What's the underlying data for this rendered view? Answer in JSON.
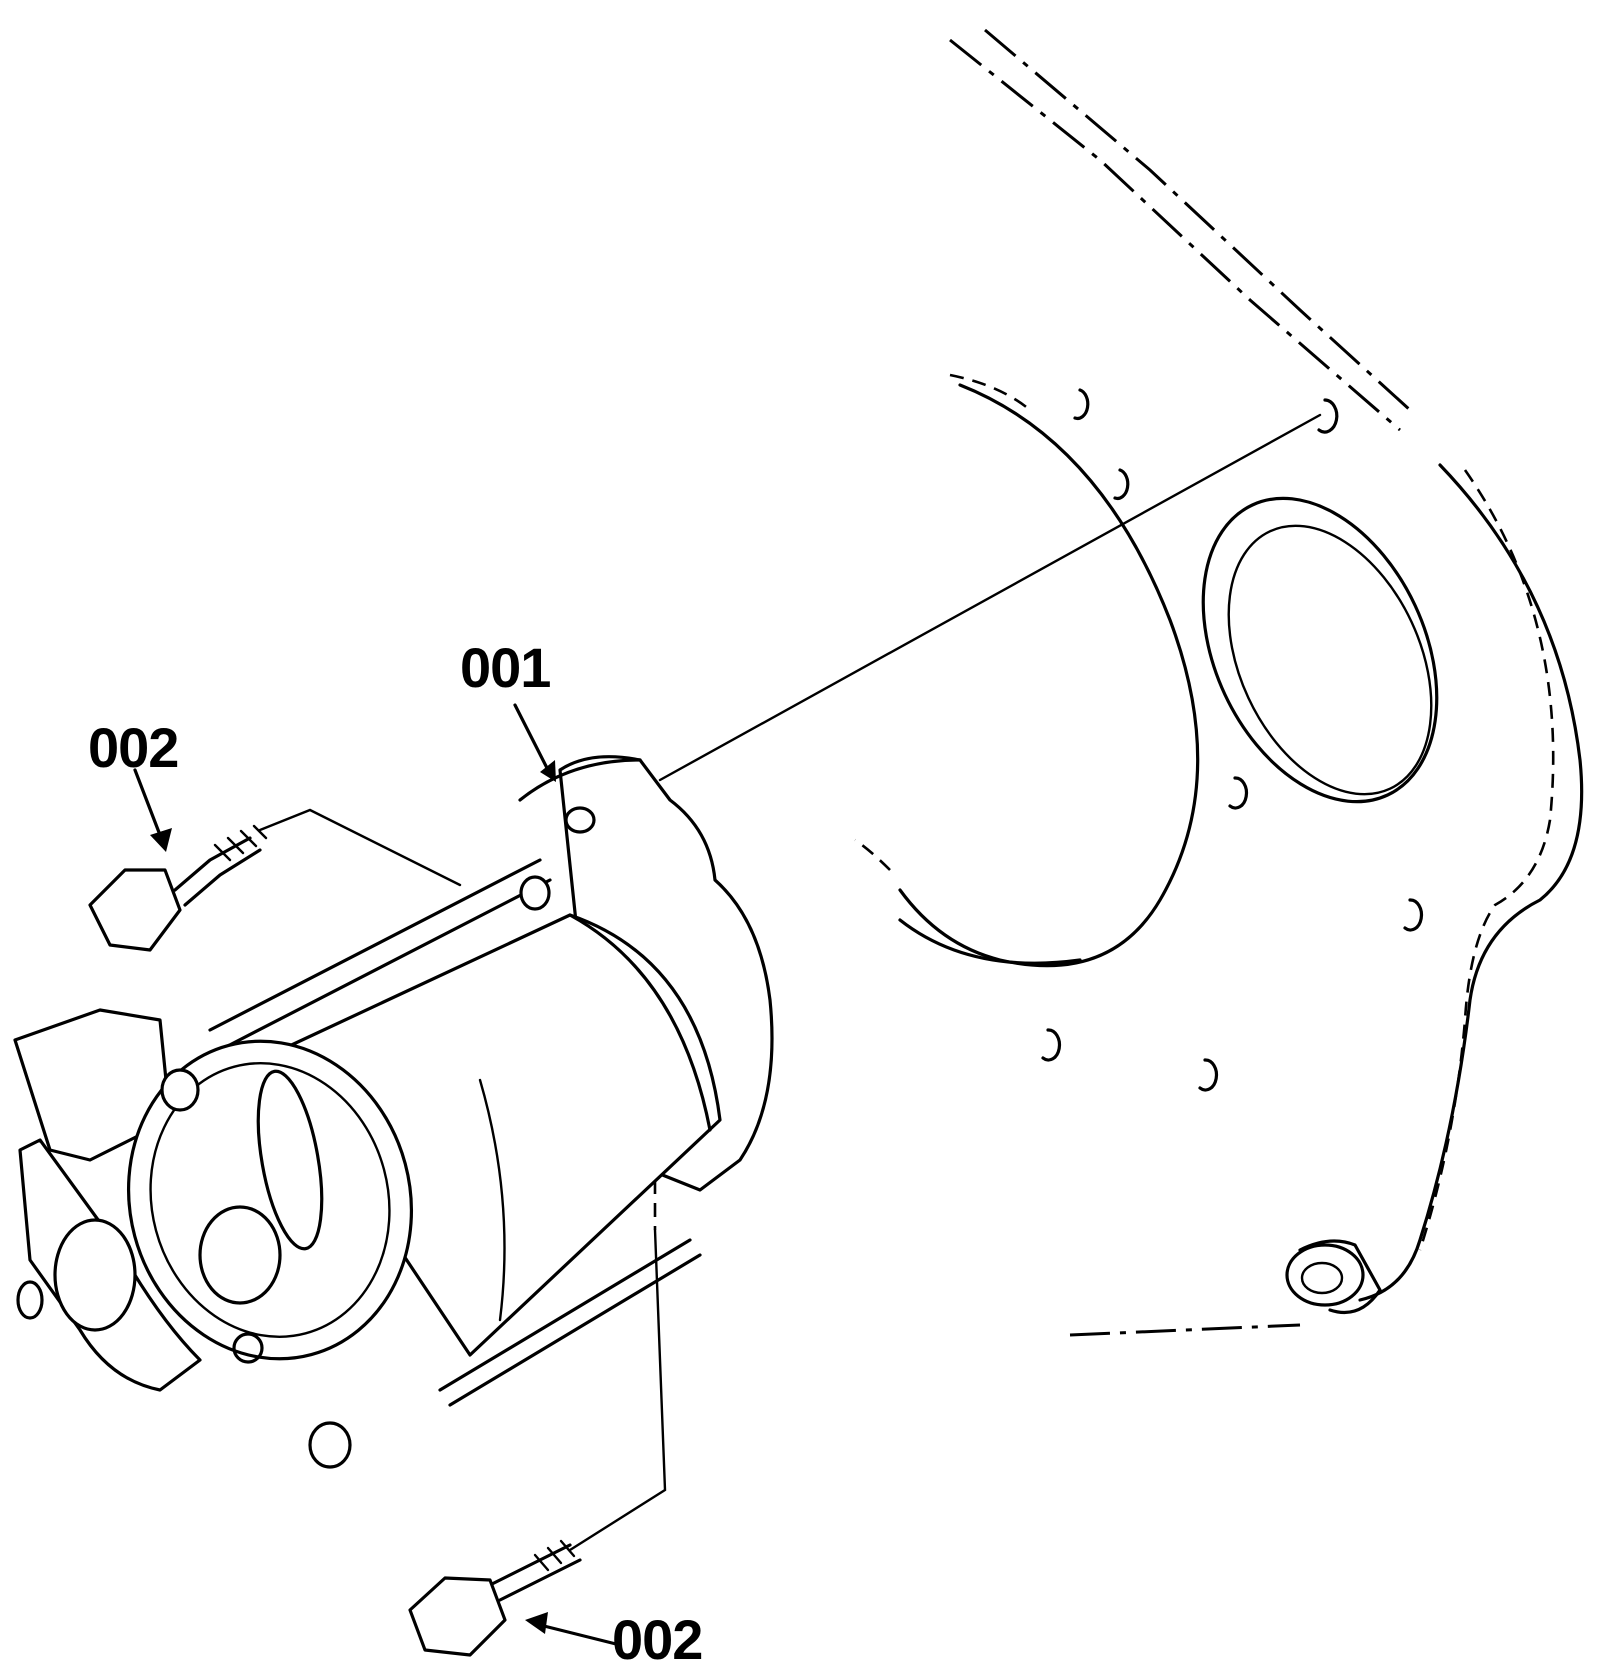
{
  "callouts": {
    "part_001": "001",
    "part_002_top": "002",
    "part_002_bottom": "002"
  },
  "colors": {
    "line": "#000000",
    "background": "#ffffff"
  }
}
